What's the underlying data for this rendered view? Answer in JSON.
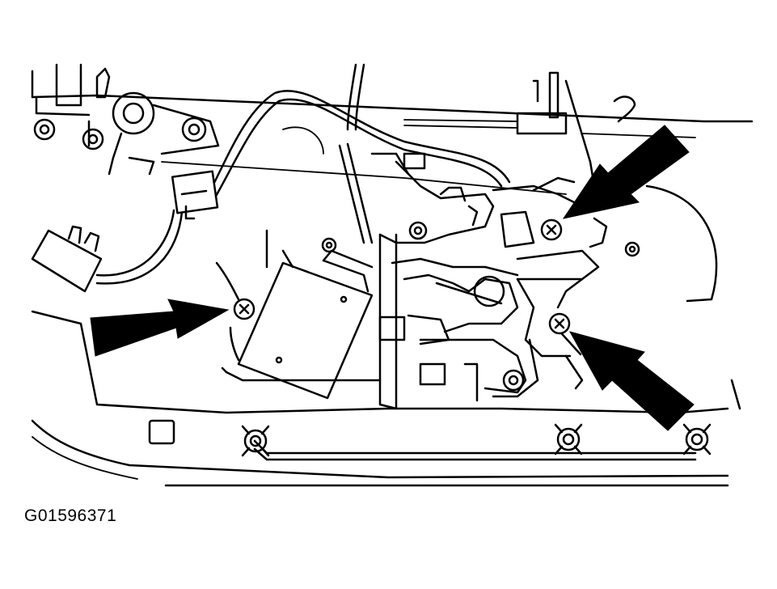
{
  "figure": {
    "id_label": "G01596371"
  },
  "callouts": [
    {
      "name": "arrow-upper-right",
      "points_to": "screw-upper-right"
    },
    {
      "name": "arrow-left",
      "points_to": "screw-left"
    },
    {
      "name": "arrow-lower-right",
      "points_to": "screw-lower-right"
    }
  ],
  "colors": {
    "line": "#000000",
    "background": "#ffffff"
  }
}
